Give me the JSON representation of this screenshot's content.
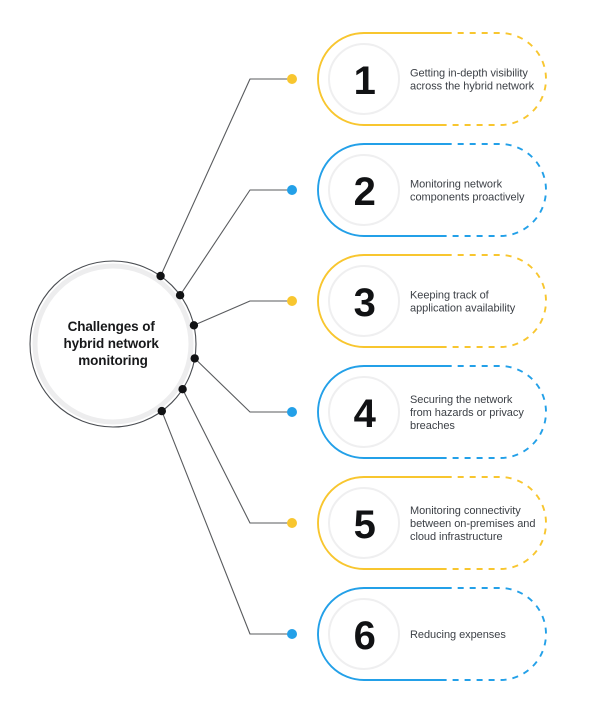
{
  "diagram": {
    "type": "hub-and-spoke-list",
    "hub": {
      "label_lines": [
        "Challenges of",
        "hybrid network",
        "monitoring"
      ],
      "shape": "circle",
      "ring_color": "#4a4d52",
      "inner_ring_color": "#ededee"
    },
    "colors": {
      "yellow": "#F8C62F",
      "blue": "#23A0E8",
      "connector": "#595b5e",
      "node_dot": "#111214",
      "number_ring": "#efeff0",
      "text_body": "#3d4147",
      "text_hub": "#17181a",
      "background": "#ffffff"
    },
    "items": [
      {
        "number": "1",
        "accent": "yellow",
        "dot_color": "#F8C62F",
        "text_lines": [
          "Getting in-depth visibility",
          "across the hybrid network"
        ]
      },
      {
        "number": "2",
        "accent": "blue",
        "dot_color": "#23A0E8",
        "text_lines": [
          "Monitoring network",
          "components proactively"
        ]
      },
      {
        "number": "3",
        "accent": "yellow",
        "dot_color": "#F8C62F",
        "text_lines": [
          "Keeping track of",
          "application availability"
        ]
      },
      {
        "number": "4",
        "accent": "blue",
        "dot_color": "#23A0E8",
        "text_lines": [
          "Securing the network",
          "from hazards or privacy",
          "breaches"
        ]
      },
      {
        "number": "5",
        "accent": "yellow",
        "dot_color": "#F8C62F",
        "text_lines": [
          "Monitoring connectivity",
          "between on-premises and",
          "cloud infrastructure"
        ]
      },
      {
        "number": "6",
        "accent": "blue",
        "dot_color": "#23A0E8",
        "text_lines": [
          "Reducing expenses"
        ]
      }
    ]
  }
}
